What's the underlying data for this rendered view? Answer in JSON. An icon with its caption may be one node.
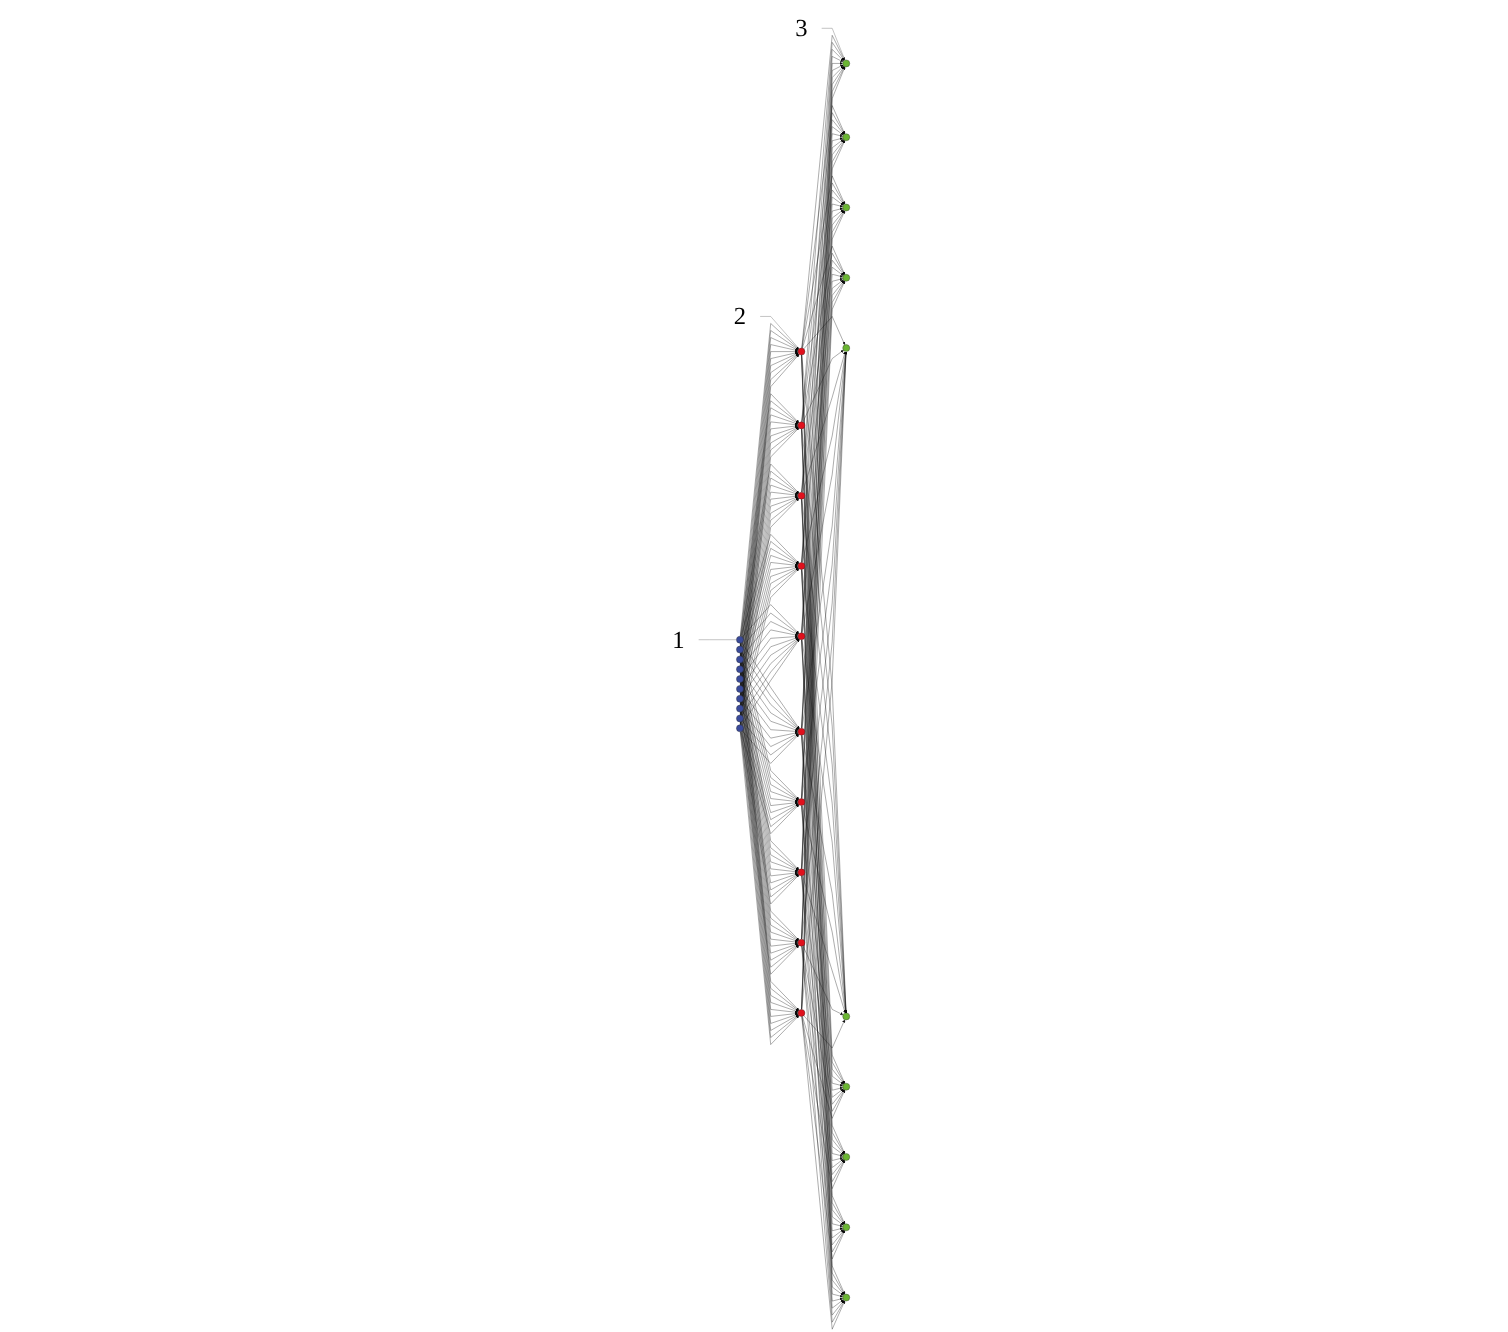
{
  "diagram": {
    "nodes": [
      {
        "text": [
          "1"
        ]
      },
      {
        "text": [
          "2"
        ]
      },
      {
        "text": [
          "3"
        ]
      },
      {
        "text": [],
        "shape": "circle"
      },
      {
        "text": [],
        "shape": "circle"
      },
      {
        "text": [],
        "shape": "circle"
      },
      {
        "text": [],
        "shape": "circle"
      },
      {
        "text": [],
        "shape": "circle"
      },
      {
        "text": [],
        "shape": "circle"
      },
      {
        "text": [],
        "shape": "circle"
      },
      {
        "text": [],
        "shape": "circle"
      },
      {
        "text": [],
        "shape": "circle"
      },
      {
        "text": [],
        "shape": "circle"
      },
      {
        "text": [],
        "shape": "circle"
      },
      {
        "text": [],
        "shape": "circle"
      },
      {
        "text": [],
        "shape": "circle"
      },
      {
        "text": [],
        "shape": "circle"
      },
      {
        "text": [],
        "shape": "circle"
      },
      {
        "text": [],
        "shape": "circle"
      },
      {
        "text": [],
        "shape": "circle"
      },
      {
        "text": [],
        "shape": "circle"
      },
      {
        "text": [],
        "shape": "circle"
      },
      {
        "text": [],
        "shape": "circle"
      },
      {
        "text": [],
        "shape": "circle"
      },
      {
        "text": [],
        "shape": "circle"
      },
      {
        "text": [],
        "shape": "circle"
      },
      {
        "text": [],
        "shape": "circle"
      },
      {
        "text": [],
        "shape": "circle"
      },
      {
        "text": [],
        "shape": "circle"
      },
      {
        "text": [],
        "shape": "circle"
      },
      {
        "text": [],
        "shape": "circle"
      },
      {
        "text": [],
        "shape": "circle"
      },
      {
        "text": [],
        "shape": "circle"
      }
    ],
    "edges": [
      {
        "from": 0,
        "to": 3,
        "arrow": "none"
      },
      {
        "from": 1,
        "to": 13,
        "arrow": "none"
      },
      {
        "from": 2,
        "to": 23,
        "arrow": "none"
      },
      {
        "from": 3,
        "to": 13,
        "arrow": "to"
      },
      {
        "from": 3,
        "to": 14,
        "arrow": "to"
      },
      {
        "from": 3,
        "to": 15,
        "arrow": "to"
      },
      {
        "from": 3,
        "to": 16,
        "arrow": "to"
      },
      {
        "from": 3,
        "to": 17,
        "arrow": "to"
      },
      {
        "from": 3,
        "to": 18,
        "arrow": "to"
      },
      {
        "from": 3,
        "to": 19,
        "arrow": "to"
      },
      {
        "from": 3,
        "to": 20,
        "arrow": "to"
      },
      {
        "from": 3,
        "to": 21,
        "arrow": "to"
      },
      {
        "from": 3,
        "to": 22,
        "arrow": "to"
      },
      {
        "from": 4,
        "to": 13,
        "arrow": "to"
      },
      {
        "from": 4,
        "to": 14,
        "arrow": "to"
      },
      {
        "from": 4,
        "to": 15,
        "arrow": "to"
      },
      {
        "from": 4,
        "to": 16,
        "arrow": "to"
      },
      {
        "from": 4,
        "to": 17,
        "arrow": "to"
      },
      {
        "from": 4,
        "to": 18,
        "arrow": "to"
      },
      {
        "from": 4,
        "to": 19,
        "arrow": "to"
      },
      {
        "from": 4,
        "to": 20,
        "arrow": "to"
      },
      {
        "from": 4,
        "to": 21,
        "arrow": "to"
      },
      {
        "from": 4,
        "to": 22,
        "arrow": "to"
      },
      {
        "from": 5,
        "to": 13,
        "arrow": "to"
      },
      {
        "from": 5,
        "to": 14,
        "arrow": "to"
      },
      {
        "from": 5,
        "to": 15,
        "arrow": "to"
      },
      {
        "from": 5,
        "to": 16,
        "arrow": "to"
      },
      {
        "from": 5,
        "to": 17,
        "arrow": "to"
      },
      {
        "from": 5,
        "to": 18,
        "arrow": "to"
      },
      {
        "from": 5,
        "to": 19,
        "arrow": "to"
      },
      {
        "from": 5,
        "to": 20,
        "arrow": "to"
      },
      {
        "from": 5,
        "to": 21,
        "arrow": "to"
      },
      {
        "from": 5,
        "to": 22,
        "arrow": "to"
      },
      {
        "from": 6,
        "to": 13,
        "arrow": "to"
      },
      {
        "from": 6,
        "to": 14,
        "arrow": "to"
      },
      {
        "from": 6,
        "to": 15,
        "arrow": "to"
      },
      {
        "from": 6,
        "to": 16,
        "arrow": "to"
      },
      {
        "from": 6,
        "to": 17,
        "arrow": "to"
      },
      {
        "from": 6,
        "to": 18,
        "arrow": "to"
      },
      {
        "from": 6,
        "to": 19,
        "arrow": "to"
      },
      {
        "from": 6,
        "to": 20,
        "arrow": "to"
      },
      {
        "from": 6,
        "to": 21,
        "arrow": "to"
      },
      {
        "from": 6,
        "to": 22,
        "arrow": "to"
      },
      {
        "from": 7,
        "to": 13,
        "arrow": "to"
      },
      {
        "from": 7,
        "to": 14,
        "arrow": "to"
      },
      {
        "from": 7,
        "to": 15,
        "arrow": "to"
      },
      {
        "from": 7,
        "to": 16,
        "arrow": "to"
      },
      {
        "from": 7,
        "to": 17,
        "arrow": "to"
      },
      {
        "from": 7,
        "to": 18,
        "arrow": "to"
      },
      {
        "from": 7,
        "to": 19,
        "arrow": "to"
      },
      {
        "from": 7,
        "to": 20,
        "arrow": "to"
      },
      {
        "from": 7,
        "to": 21,
        "arrow": "to"
      },
      {
        "from": 7,
        "to": 22,
        "arrow": "to"
      },
      {
        "from": 8,
        "to": 13,
        "arrow": "to"
      },
      {
        "from": 8,
        "to": 14,
        "arrow": "to"
      },
      {
        "from": 8,
        "to": 15,
        "arrow": "to"
      },
      {
        "from": 8,
        "to": 16,
        "arrow": "to"
      },
      {
        "from": 8,
        "to": 17,
        "arrow": "to"
      },
      {
        "from": 8,
        "to": 18,
        "arrow": "to"
      },
      {
        "from": 8,
        "to": 19,
        "arrow": "to"
      },
      {
        "from": 8,
        "to": 20,
        "arrow": "to"
      },
      {
        "from": 8,
        "to": 21,
        "arrow": "to"
      },
      {
        "from": 8,
        "to": 22,
        "arrow": "to"
      },
      {
        "from": 9,
        "to": 13,
        "arrow": "to"
      },
      {
        "from": 9,
        "to": 14,
        "arrow": "to"
      },
      {
        "from": 9,
        "to": 15,
        "arrow": "to"
      },
      {
        "from": 9,
        "to": 16,
        "arrow": "to"
      },
      {
        "from": 9,
        "to": 17,
        "arrow": "to"
      },
      {
        "from": 9,
        "to": 18,
        "arrow": "to"
      },
      {
        "from": 9,
        "to": 19,
        "arrow": "to"
      },
      {
        "from": 9,
        "to": 20,
        "arrow": "to"
      },
      {
        "from": 9,
        "to": 21,
        "arrow": "to"
      },
      {
        "from": 9,
        "to": 22,
        "arrow": "to"
      },
      {
        "from": 10,
        "to": 13,
        "arrow": "to"
      },
      {
        "from": 10,
        "to": 14,
        "arrow": "to"
      },
      {
        "from": 10,
        "to": 15,
        "arrow": "to"
      },
      {
        "from": 10,
        "to": 16,
        "arrow": "to"
      },
      {
        "from": 10,
        "to": 17,
        "arrow": "to"
      },
      {
        "from": 10,
        "to": 18,
        "arrow": "to"
      },
      {
        "from": 10,
        "to": 19,
        "arrow": "to"
      },
      {
        "from": 10,
        "to": 20,
        "arrow": "to"
      },
      {
        "from": 10,
        "to": 21,
        "arrow": "to"
      },
      {
        "from": 10,
        "to": 22,
        "arrow": "to"
      },
      {
        "from": 11,
        "to": 13,
        "arrow": "to"
      },
      {
        "from": 11,
        "to": 14,
        "arrow": "to"
      },
      {
        "from": 11,
        "to": 15,
        "arrow": "to"
      },
      {
        "from": 11,
        "to": 16,
        "arrow": "to"
      },
      {
        "from": 11,
        "to": 17,
        "arrow": "to"
      },
      {
        "from": 11,
        "to": 18,
        "arrow": "to"
      },
      {
        "from": 11,
        "to": 19,
        "arrow": "to"
      },
      {
        "from": 11,
        "to": 20,
        "arrow": "to"
      },
      {
        "from": 11,
        "to": 21,
        "arrow": "to"
      },
      {
        "from": 11,
        "to": 22,
        "arrow": "to"
      },
      {
        "from": 12,
        "to": 13,
        "arrow": "to"
      },
      {
        "from": 12,
        "to": 14,
        "arrow": "to"
      },
      {
        "from": 12,
        "to": 15,
        "arrow": "to"
      },
      {
        "from": 12,
        "to": 16,
        "arrow": "to"
      },
      {
        "from": 12,
        "to": 17,
        "arrow": "to"
      },
      {
        "from": 12,
        "to": 18,
        "arrow": "to"
      },
      {
        "from": 12,
        "to": 19,
        "arrow": "to"
      },
      {
        "from": 12,
        "to": 20,
        "arrow": "to"
      },
      {
        "from": 12,
        "to": 21,
        "arrow": "to"
      },
      {
        "from": 12,
        "to": 22,
        "arrow": "to"
      },
      {
        "from": 13,
        "to": 23,
        "arrow": "to"
      },
      {
        "from": 13,
        "to": 24,
        "arrow": "to"
      },
      {
        "from": 13,
        "to": 25,
        "arrow": "to"
      },
      {
        "from": 13,
        "to": 26,
        "arrow": "to"
      },
      {
        "from": 13,
        "to": 27,
        "arrow": "to"
      },
      {
        "from": 13,
        "to": 28,
        "arrow": "to"
      },
      {
        "from": 13,
        "to": 29,
        "arrow": "to"
      },
      {
        "from": 13,
        "to": 30,
        "arrow": "to"
      },
      {
        "from": 13,
        "to": 31,
        "arrow": "to"
      },
      {
        "from": 13,
        "to": 32,
        "arrow": "to"
      },
      {
        "from": 14,
        "to": 23,
        "arrow": "to"
      },
      {
        "from": 14,
        "to": 24,
        "arrow": "to"
      },
      {
        "from": 14,
        "to": 25,
        "arrow": "to"
      },
      {
        "from": 14,
        "to": 26,
        "arrow": "to"
      },
      {
        "from": 14,
        "to": 27,
        "arrow": "to"
      },
      {
        "from": 14,
        "to": 28,
        "arrow": "to"
      },
      {
        "from": 14,
        "to": 29,
        "arrow": "to"
      },
      {
        "from": 14,
        "to": 30,
        "arrow": "to"
      },
      {
        "from": 14,
        "to": 31,
        "arrow": "to"
      },
      {
        "from": 14,
        "to": 32,
        "arrow": "to"
      },
      {
        "from": 15,
        "to": 23,
        "arrow": "to"
      },
      {
        "from": 15,
        "to": 24,
        "arrow": "to"
      },
      {
        "from": 15,
        "to": 25,
        "arrow": "to"
      },
      {
        "from": 15,
        "to": 26,
        "arrow": "to"
      },
      {
        "from": 15,
        "to": 27,
        "arrow": "to"
      },
      {
        "from": 15,
        "to": 28,
        "arrow": "to"
      },
      {
        "from": 15,
        "to": 29,
        "arrow": "to"
      },
      {
        "from": 15,
        "to": 30,
        "arrow": "to"
      },
      {
        "from": 15,
        "to": 31,
        "arrow": "to"
      },
      {
        "from": 15,
        "to": 32,
        "arrow": "to"
      },
      {
        "from": 16,
        "to": 23,
        "arrow": "to"
      },
      {
        "from": 16,
        "to": 24,
        "arrow": "to"
      },
      {
        "from": 16,
        "to": 25,
        "arrow": "to"
      },
      {
        "from": 16,
        "to": 26,
        "arrow": "to"
      },
      {
        "from": 16,
        "to": 27,
        "arrow": "to"
      },
      {
        "from": 16,
        "to": 28,
        "arrow": "to"
      },
      {
        "from": 16,
        "to": 29,
        "arrow": "to"
      },
      {
        "from": 16,
        "to": 30,
        "arrow": "to"
      },
      {
        "from": 16,
        "to": 31,
        "arrow": "to"
      },
      {
        "from": 16,
        "to": 32,
        "arrow": "to"
      },
      {
        "from": 17,
        "to": 23,
        "arrow": "to"
      },
      {
        "from": 17,
        "to": 24,
        "arrow": "to"
      },
      {
        "from": 17,
        "to": 25,
        "arrow": "to"
      },
      {
        "from": 17,
        "to": 26,
        "arrow": "to"
      },
      {
        "from": 17,
        "to": 27,
        "arrow": "to"
      },
      {
        "from": 17,
        "to": 28,
        "arrow": "to"
      },
      {
        "from": 17,
        "to": 29,
        "arrow": "to"
      },
      {
        "from": 17,
        "to": 30,
        "arrow": "to"
      },
      {
        "from": 17,
        "to": 31,
        "arrow": "to"
      },
      {
        "from": 17,
        "to": 32,
        "arrow": "to"
      },
      {
        "from": 18,
        "to": 23,
        "arrow": "to"
      },
      {
        "from": 18,
        "to": 24,
        "arrow": "to"
      },
      {
        "from": 18,
        "to": 25,
        "arrow": "to"
      },
      {
        "from": 18,
        "to": 26,
        "arrow": "to"
      },
      {
        "from": 18,
        "to": 27,
        "arrow": "to"
      },
      {
        "from": 18,
        "to": 28,
        "arrow": "to"
      },
      {
        "from": 18,
        "to": 29,
        "arrow": "to"
      },
      {
        "from": 18,
        "to": 30,
        "arrow": "to"
      },
      {
        "from": 18,
        "to": 31,
        "arrow": "to"
      },
      {
        "from": 18,
        "to": 32,
        "arrow": "to"
      },
      {
        "from": 19,
        "to": 23,
        "arrow": "to"
      },
      {
        "from": 19,
        "to": 24,
        "arrow": "to"
      },
      {
        "from": 19,
        "to": 25,
        "arrow": "to"
      },
      {
        "from": 19,
        "to": 26,
        "arrow": "to"
      },
      {
        "from": 19,
        "to": 27,
        "arrow": "to"
      },
      {
        "from": 19,
        "to": 28,
        "arrow": "to"
      },
      {
        "from": 19,
        "to": 29,
        "arrow": "to"
      },
      {
        "from": 19,
        "to": 30,
        "arrow": "to"
      },
      {
        "from": 19,
        "to": 31,
        "arrow": "to"
      },
      {
        "from": 19,
        "to": 32,
        "arrow": "to"
      },
      {
        "from": 20,
        "to": 23,
        "arrow": "to"
      },
      {
        "from": 20,
        "to": 24,
        "arrow": "to"
      },
      {
        "from": 20,
        "to": 25,
        "arrow": "to"
      },
      {
        "from": 20,
        "to": 26,
        "arrow": "to"
      },
      {
        "from": 20,
        "to": 27,
        "arrow": "to"
      },
      {
        "from": 20,
        "to": 28,
        "arrow": "to"
      },
      {
        "from": 20,
        "to": 29,
        "arrow": "to"
      },
      {
        "from": 20,
        "to": 30,
        "arrow": "to"
      },
      {
        "from": 20,
        "to": 31,
        "arrow": "to"
      },
      {
        "from": 20,
        "to": 32,
        "arrow": "to"
      },
      {
        "from": 21,
        "to": 23,
        "arrow": "to"
      },
      {
        "from": 21,
        "to": 24,
        "arrow": "to"
      },
      {
        "from": 21,
        "to": 25,
        "arrow": "to"
      },
      {
        "from": 21,
        "to": 26,
        "arrow": "to"
      },
      {
        "from": 21,
        "to": 27,
        "arrow": "to"
      },
      {
        "from": 21,
        "to": 28,
        "arrow": "to"
      },
      {
        "from": 21,
        "to": 29,
        "arrow": "to"
      },
      {
        "from": 21,
        "to": 30,
        "arrow": "to"
      },
      {
        "from": 21,
        "to": 31,
        "arrow": "to"
      },
      {
        "from": 21,
        "to": 32,
        "arrow": "to"
      },
      {
        "from": 22,
        "to": 23,
        "arrow": "to"
      },
      {
        "from": 22,
        "to": 24,
        "arrow": "to"
      },
      {
        "from": 22,
        "to": 25,
        "arrow": "to"
      },
      {
        "from": 22,
        "to": 26,
        "arrow": "to"
      },
      {
        "from": 22,
        "to": 27,
        "arrow": "to"
      },
      {
        "from": 22,
        "to": 28,
        "arrow": "to"
      },
      {
        "from": 22,
        "to": 29,
        "arrow": "to"
      },
      {
        "from": 22,
        "to": 30,
        "arrow": "to"
      },
      {
        "from": 22,
        "to": 31,
        "arrow": "to"
      },
      {
        "from": 22,
        "to": 32,
        "arrow": "to"
      }
    ]
  }
}
